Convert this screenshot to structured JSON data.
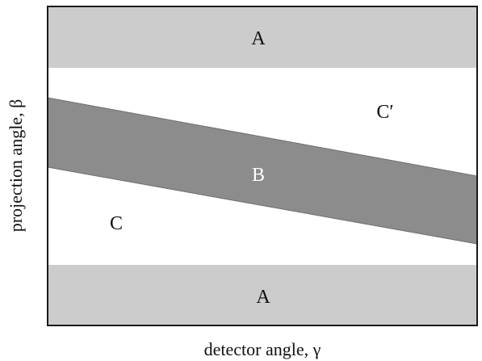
{
  "axes": {
    "xlabel": "detector angle, γ",
    "ylabel": "projection angle, β"
  },
  "regions": {
    "a_top": "A",
    "a_bottom": "A",
    "b": "B",
    "c": "C",
    "c_prime": "C′"
  },
  "colors": {
    "region_a": "#cccccc",
    "region_b": "#8c8c8c",
    "region_b_edge": "#6e6e6e",
    "background": "#ffffff",
    "frame": "#1a1a1a",
    "label_dark": "#111111",
    "label_light": "#ffffff"
  }
}
